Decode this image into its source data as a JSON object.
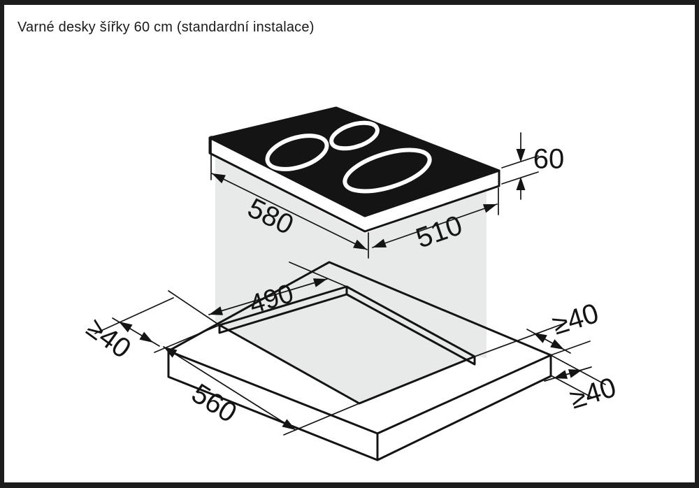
{
  "title": "Varné desky šířky 60 cm (standardní instalace)",
  "diagram": {
    "dims": {
      "top_width": "580",
      "top_depth": "510",
      "plate_thickness": "60",
      "cutout_depth": "490",
      "cutout_width": "560",
      "clearance_left": "≥40",
      "clearance_back_right": "≥40",
      "clearance_below_right": "≥40"
    },
    "colors": {
      "line": "#141414",
      "projection_band": "#e8eaea",
      "plate": "#141414",
      "burner_ring": "#ffffff",
      "background": "#ffffff",
      "frame": "#1c1c1c"
    }
  }
}
